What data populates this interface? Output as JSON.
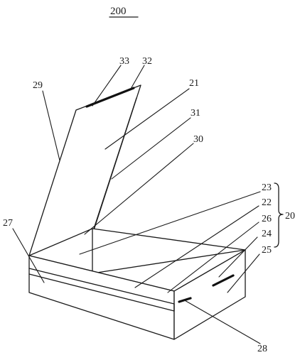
{
  "figure_number": "200",
  "labels": {
    "l33": "33",
    "l32": "32",
    "l29": "29",
    "l21": "21",
    "l31": "31",
    "l30": "30",
    "l23": "23",
    "l22": "22",
    "l26": "26",
    "l20": "20",
    "l24": "24",
    "l25": "25",
    "l27": "27",
    "l28": "28"
  }
}
